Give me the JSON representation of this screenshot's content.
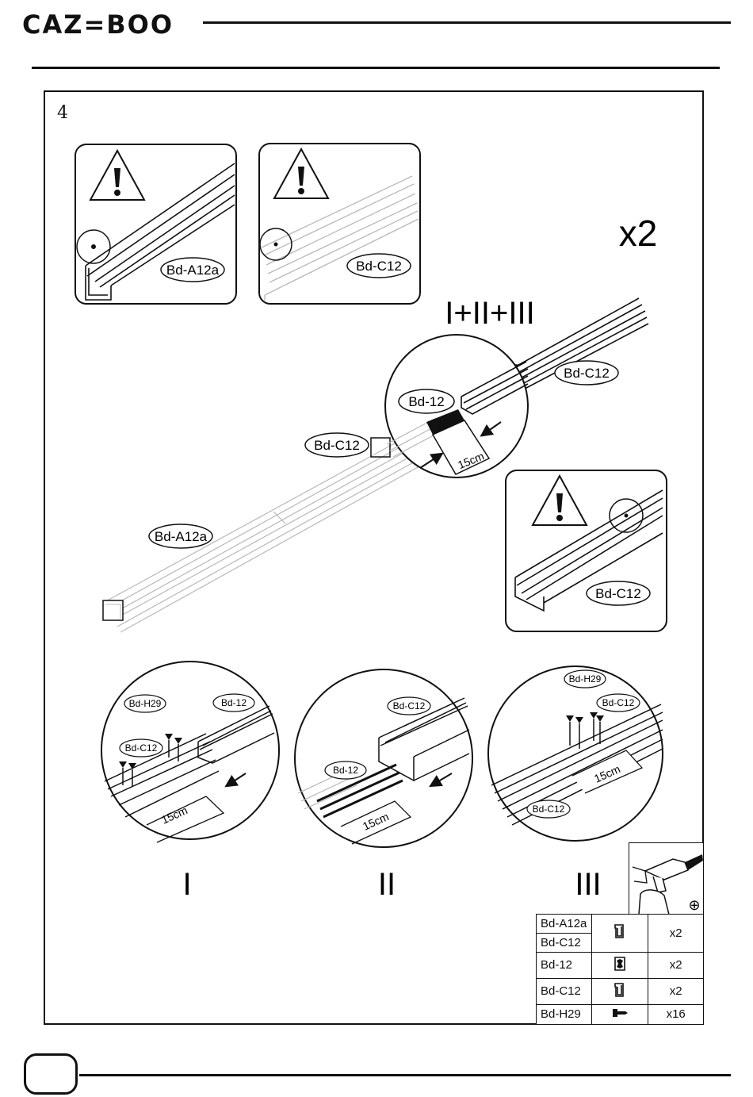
{
  "header": {
    "brand": "CAZ=BOO"
  },
  "step": {
    "number": "4",
    "multiplier": "x2",
    "sequence_label": "I+II+III"
  },
  "callouts": {
    "warn_a12a": "Bd-A12a",
    "warn_c12": "Bd-C12",
    "warn_c12_right": "Bd-C12",
    "main_c12_right": "Bd-C12",
    "main_c12_left": "Bd-C12",
    "main_a12a": "Bd-A12a",
    "zoom_bd12": "Bd-12",
    "zoom_dim": "15cm"
  },
  "substeps": [
    {
      "roman": "I",
      "labels": {
        "h29": "Bd-H29",
        "bd12": "Bd-12",
        "c12": "Bd-C12",
        "dim": "15cm"
      }
    },
    {
      "roman": "II",
      "labels": {
        "c12": "Bd-C12",
        "bd12": "Bd-12",
        "dim": "15cm"
      }
    },
    {
      "roman": "III",
      "labels": {
        "h29": "Bd-H29",
        "c12_top": "Bd-C12",
        "c12_bottom": "Bd-C12",
        "dim": "15cm"
      }
    }
  ],
  "tool": {
    "icon": "drill-icon",
    "bit": "phillips-bit-icon",
    "bit_glyph": "⊕"
  },
  "parts": [
    {
      "name": "Bd-A12a",
      "icon": "profile-icon",
      "qty": "x2"
    },
    {
      "name": "Bd-C12",
      "icon": "profile-icon",
      "qty": "x2"
    },
    {
      "name": "Bd-12",
      "icon": "connector-icon",
      "qty": "x2"
    },
    {
      "name": "Bd-C12",
      "icon": "profile-icon",
      "qty": "x2"
    },
    {
      "name": "Bd-H29",
      "icon": "screw-icon",
      "qty": "x16"
    }
  ],
  "colors": {
    "ink": "#111111",
    "ghost": "#b8b8b8"
  }
}
